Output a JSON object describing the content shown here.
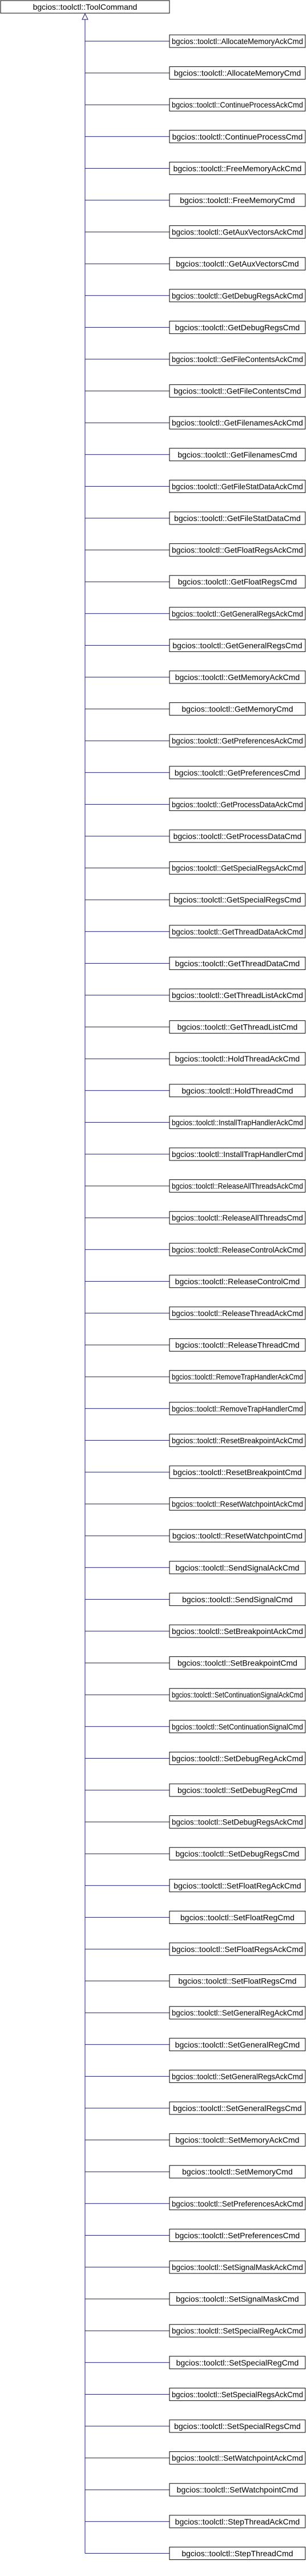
{
  "base_class": {
    "label": "bgcios::toolctl::ToolCommand"
  },
  "derived_classes": [
    "bgcios::toolctl::AllocateMemoryAckCmd",
    "bgcios::toolctl::AllocateMemoryCmd",
    "bgcios::toolctl::ContinueProcessAckCmd",
    "bgcios::toolctl::ContinueProcessCmd",
    "bgcios::toolctl::FreeMemoryAckCmd",
    "bgcios::toolctl::FreeMemoryCmd",
    "bgcios::toolctl::GetAuxVectorsAckCmd",
    "bgcios::toolctl::GetAuxVectorsCmd",
    "bgcios::toolctl::GetDebugRegsAckCmd",
    "bgcios::toolctl::GetDebugRegsCmd",
    "bgcios::toolctl::GetFileContentsAckCmd",
    "bgcios::toolctl::GetFileContentsCmd",
    "bgcios::toolctl::GetFilenamesAckCmd",
    "bgcios::toolctl::GetFilenamesCmd",
    "bgcios::toolctl::GetFileStatDataAckCmd",
    "bgcios::toolctl::GetFileStatDataCmd",
    "bgcios::toolctl::GetFloatRegsAckCmd",
    "bgcios::toolctl::GetFloatRegsCmd",
    "bgcios::toolctl::GetGeneralRegsAckCmd",
    "bgcios::toolctl::GetGeneralRegsCmd",
    "bgcios::toolctl::GetMemoryAckCmd",
    "bgcios::toolctl::GetMemoryCmd",
    "bgcios::toolctl::GetPreferencesAckCmd",
    "bgcios::toolctl::GetPreferencesCmd",
    "bgcios::toolctl::GetProcessDataAckCmd",
    "bgcios::toolctl::GetProcessDataCmd",
    "bgcios::toolctl::GetSpecialRegsAckCmd",
    "bgcios::toolctl::GetSpecialRegsCmd",
    "bgcios::toolctl::GetThreadDataAckCmd",
    "bgcios::toolctl::GetThreadDataCmd",
    "bgcios::toolctl::GetThreadListAckCmd",
    "bgcios::toolctl::GetThreadListCmd",
    "bgcios::toolctl::HoldThreadAckCmd",
    "bgcios::toolctl::HoldThreadCmd",
    "bgcios::toolctl::InstallTrapHandlerAckCmd",
    "bgcios::toolctl::InstallTrapHandlerCmd",
    "bgcios::toolctl::ReleaseAllThreadsAckCmd",
    "bgcios::toolctl::ReleaseAllThreadsCmd",
    "bgcios::toolctl::ReleaseControlAckCmd",
    "bgcios::toolctl::ReleaseControlCmd",
    "bgcios::toolctl::ReleaseThreadAckCmd",
    "bgcios::toolctl::ReleaseThreadCmd",
    "bgcios::toolctl::RemoveTrapHandlerAckCmd",
    "bgcios::toolctl::RemoveTrapHandlerCmd",
    "bgcios::toolctl::ResetBreakpointAckCmd",
    "bgcios::toolctl::ResetBreakpointCmd",
    "bgcios::toolctl::ResetWatchpointAckCmd",
    "bgcios::toolctl::ResetWatchpointCmd",
    "bgcios::toolctl::SendSignalAckCmd",
    "bgcios::toolctl::SendSignalCmd",
    "bgcios::toolctl::SetBreakpointAckCmd",
    "bgcios::toolctl::SetBreakpointCmd",
    "bgcios::toolctl::SetContinuationSignalAckCmd",
    "bgcios::toolctl::SetContinuationSignalCmd",
    "bgcios::toolctl::SetDebugRegAckCmd",
    "bgcios::toolctl::SetDebugRegCmd",
    "bgcios::toolctl::SetDebugRegsAckCmd",
    "bgcios::toolctl::SetDebugRegsCmd",
    "bgcios::toolctl::SetFloatRegAckCmd",
    "bgcios::toolctl::SetFloatRegCmd",
    "bgcios::toolctl::SetFloatRegsAckCmd",
    "bgcios::toolctl::SetFloatRegsCmd",
    "bgcios::toolctl::SetGeneralRegAckCmd",
    "bgcios::toolctl::SetGeneralRegCmd",
    "bgcios::toolctl::SetGeneralRegsAckCmd",
    "bgcios::toolctl::SetGeneralRegsCmd",
    "bgcios::toolctl::SetMemoryAckCmd",
    "bgcios::toolctl::SetMemoryCmd",
    "bgcios::toolctl::SetPreferencesAckCmd",
    "bgcios::toolctl::SetPreferencesCmd",
    "bgcios::toolctl::SetSignalMaskAckCmd",
    "bgcios::toolctl::SetSignalMaskCmd",
    "bgcios::toolctl::SetSpecialRegAckCmd",
    "bgcios::toolctl::SetSpecialRegCmd",
    "bgcios::toolctl::SetSpecialRegsAckCmd",
    "bgcios::toolctl::SetSpecialRegsCmd",
    "bgcios::toolctl::SetWatchpointAckCmd",
    "bgcios::toolctl::SetWatchpointCmd",
    "bgcios::toolctl::StepThreadAckCmd",
    "bgcios::toolctl::StepThreadCmd"
  ],
  "colors": {
    "connector": "#191970",
    "box_border": "#000000",
    "box_fill": "#ffffff",
    "text": "#000000"
  }
}
